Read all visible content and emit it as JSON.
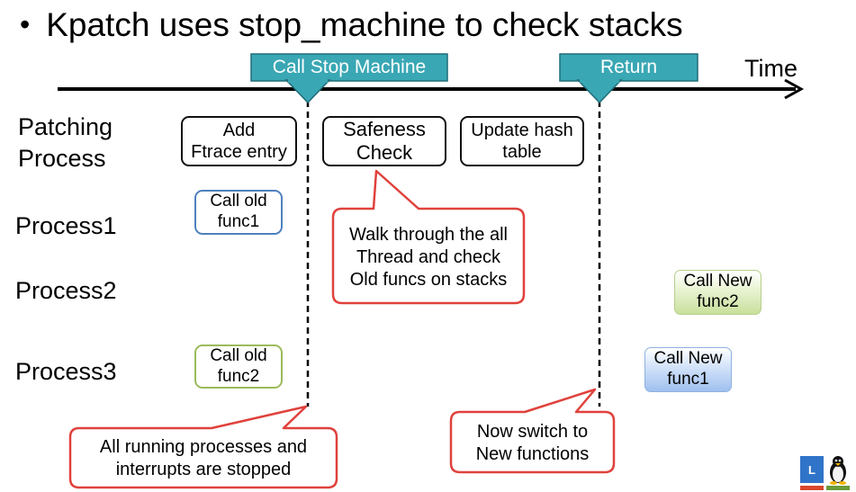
{
  "slide": {
    "bullet": "•",
    "title": "Kpatch uses stop_machine to check stacks"
  },
  "timeline": {
    "time_label": "Time",
    "markers": [
      {
        "label": "Call Stop Machine"
      },
      {
        "label": "Return"
      }
    ],
    "marker_color": "#3aa7b4"
  },
  "rows": [
    {
      "label": "Patching\nProcess"
    },
    {
      "label": "Process1"
    },
    {
      "label": "Process2"
    },
    {
      "label": "Process3"
    }
  ],
  "patching_boxes": [
    {
      "text": "Add\nFtrace entry"
    },
    {
      "text": "Safeness\nCheck"
    },
    {
      "text": "Update hash\ntable"
    }
  ],
  "process_boxes": {
    "p1_old": "Call old\nfunc1",
    "p3_old": "Call old\nfunc2",
    "p2_new": "Call New\nfunc2",
    "p3_new": "Call New\nfunc1"
  },
  "callouts": {
    "walk": "Walk through the all\nThread and check\nOld funcs on stacks",
    "stopped": "All running processes and\ninterrupts are stopped",
    "switch": "Now switch to\nNew functions",
    "border_color": "#e0413c"
  },
  "logo": {
    "letter": "L",
    "icons": [
      "linux-l-icon",
      "tux-penguin-icon"
    ]
  }
}
